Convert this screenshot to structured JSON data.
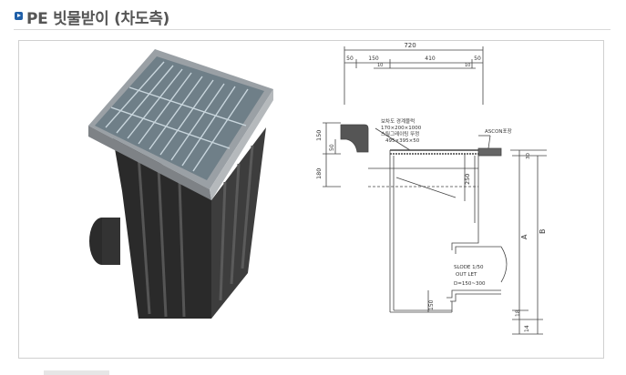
{
  "header": {
    "title": "PE 빗물받이 (차도측)"
  },
  "drawing": {
    "dim_total": "720",
    "dim_50_left": "50",
    "dim_150": "150",
    "dim_410": "410",
    "dim_50_right": "50",
    "dim_10_left": "10",
    "dim_10_right": "10",
    "dim_v150": "150",
    "dim_v50": "50",
    "dim_v180": "180",
    "dim_v250": "250",
    "dim_right_30": "30",
    "dim_A": "A",
    "dim_B": "B",
    "dim_18": "18",
    "dim_14": "14",
    "dim_bottom_150": "150",
    "note1": "보차도 경계블럭",
    "note2": "170×200×1000",
    "note3": "스틸그레이팅 뚜껑",
    "note4": "495×395×50",
    "ascon": "ASCON포장",
    "slope": "SLODE 1/50",
    "outlet": "OUT LET",
    "pipe": "D=150~300"
  }
}
